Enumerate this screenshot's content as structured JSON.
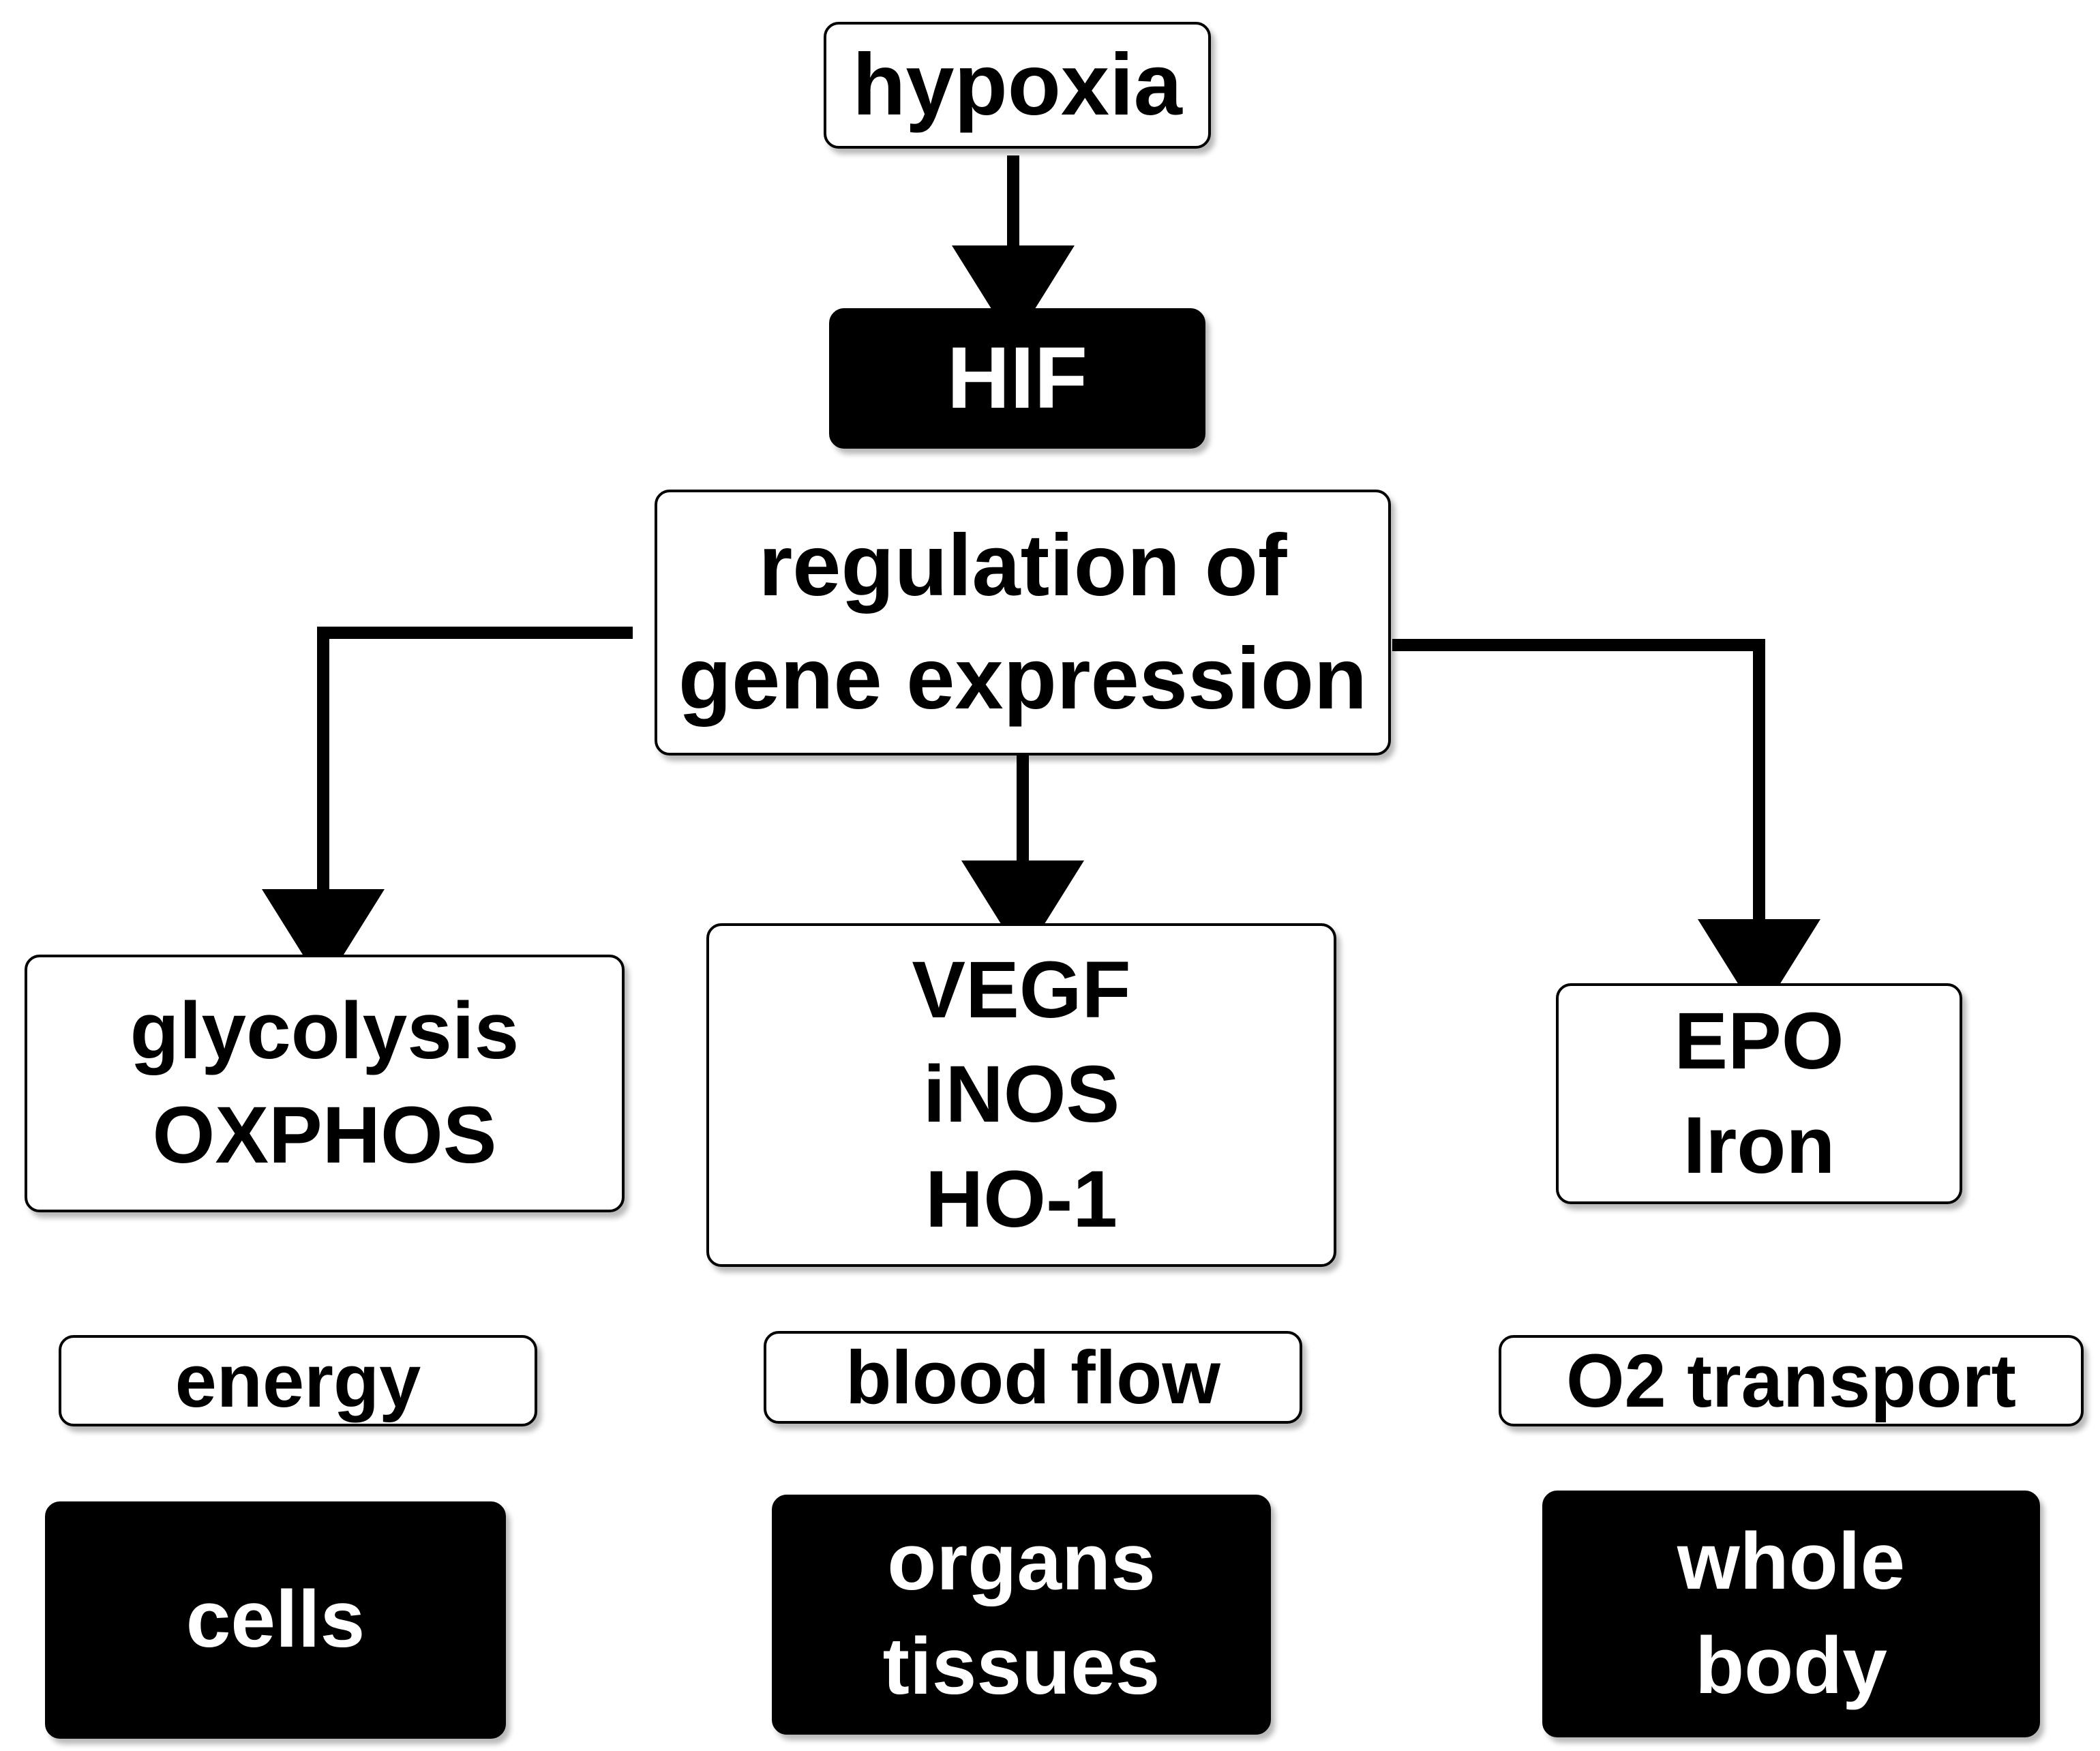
{
  "diagram": {
    "source": {
      "label": "hypoxia"
    },
    "hub": {
      "label": "HIF"
    },
    "process": {
      "lines": [
        "regulation of",
        "gene expression"
      ]
    },
    "targets": [
      {
        "lines": [
          "glycolysis",
          "OXPHOS"
        ]
      },
      {
        "lines": [
          "VEGF",
          "iNOS",
          "HO-1"
        ]
      },
      {
        "lines": [
          "EPO",
          "Iron"
        ]
      }
    ],
    "functions": [
      "energy",
      "blood flow",
      "O2 transport"
    ],
    "levels": [
      {
        "lines": [
          "cells"
        ]
      },
      {
        "lines": [
          "organs",
          "tissues"
        ]
      },
      {
        "lines": [
          "whole",
          "body"
        ]
      }
    ],
    "colors": {
      "ink": "#000000",
      "paper": "#ffffff"
    }
  }
}
